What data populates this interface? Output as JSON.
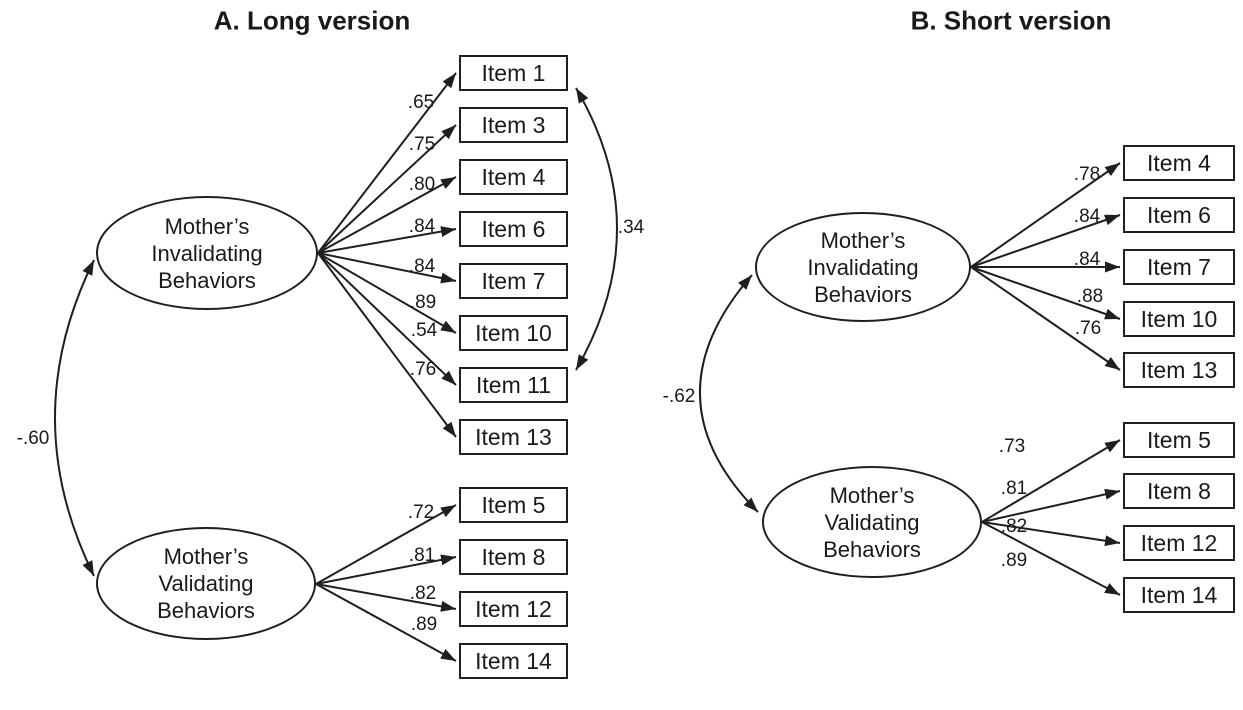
{
  "figure": {
    "type": "path-diagram",
    "background": "#ffffff",
    "line_color": "#1f1f1f",
    "text_color": "#1a1a1a",
    "panels": [
      {
        "id": "A",
        "title": "A. Long version",
        "correlation": {
          "value": "-.60",
          "between": [
            "Mother’s Invalidating Behaviors",
            "Mother’s Validating Behaviors"
          ]
        },
        "residual_correlation": {
          "value": ".34",
          "between": [
            "Item 1",
            "Item 11"
          ]
        },
        "factors": [
          {
            "name_lines": [
              "Mother’s",
              "Invalidating",
              "Behaviors"
            ],
            "items": [
              {
                "label": "Item 1",
                "loading": ".65"
              },
              {
                "label": "Item 3",
                "loading": ".75"
              },
              {
                "label": "Item 4",
                "loading": ".80"
              },
              {
                "label": "Item 6",
                "loading": ".84"
              },
              {
                "label": "Item 7",
                "loading": ".84"
              },
              {
                "label": "Item 10",
                "loading": ".89"
              },
              {
                "label": "Item 11",
                "loading": ".54"
              },
              {
                "label": "Item 13",
                "loading": ".76"
              }
            ]
          },
          {
            "name_lines": [
              "Mother’s",
              "Validating",
              "Behaviors"
            ],
            "items": [
              {
                "label": "Item 5",
                "loading": ".72"
              },
              {
                "label": "Item 8",
                "loading": ".81"
              },
              {
                "label": "Item 12",
                "loading": ".82"
              },
              {
                "label": "Item 14",
                "loading": ".89"
              }
            ]
          }
        ]
      },
      {
        "id": "B",
        "title": "B. Short version",
        "correlation": {
          "value": "-.62",
          "between": [
            "Mother’s Invalidating Behaviors",
            "Mother’s Validating Behaviors"
          ]
        },
        "factors": [
          {
            "name_lines": [
              "Mother’s",
              "Invalidating",
              "Behaviors"
            ],
            "items": [
              {
                "label": "Item 4",
                "loading": ".78"
              },
              {
                "label": "Item 6",
                "loading": ".84"
              },
              {
                "label": "Item 7",
                "loading": ".84"
              },
              {
                "label": "Item 10",
                "loading": ".88"
              },
              {
                "label": "Item 13",
                "loading": ".76"
              }
            ]
          },
          {
            "name_lines": [
              "Mother’s",
              "Validating",
              "Behaviors"
            ],
            "items": [
              {
                "label": "Item 5",
                "loading": ".73"
              },
              {
                "label": "Item 8",
                "loading": ".81"
              },
              {
                "label": "Item 12",
                "loading": ".82"
              },
              {
                "label": "Item 14",
                "loading": ".89"
              }
            ]
          }
        ]
      }
    ]
  }
}
